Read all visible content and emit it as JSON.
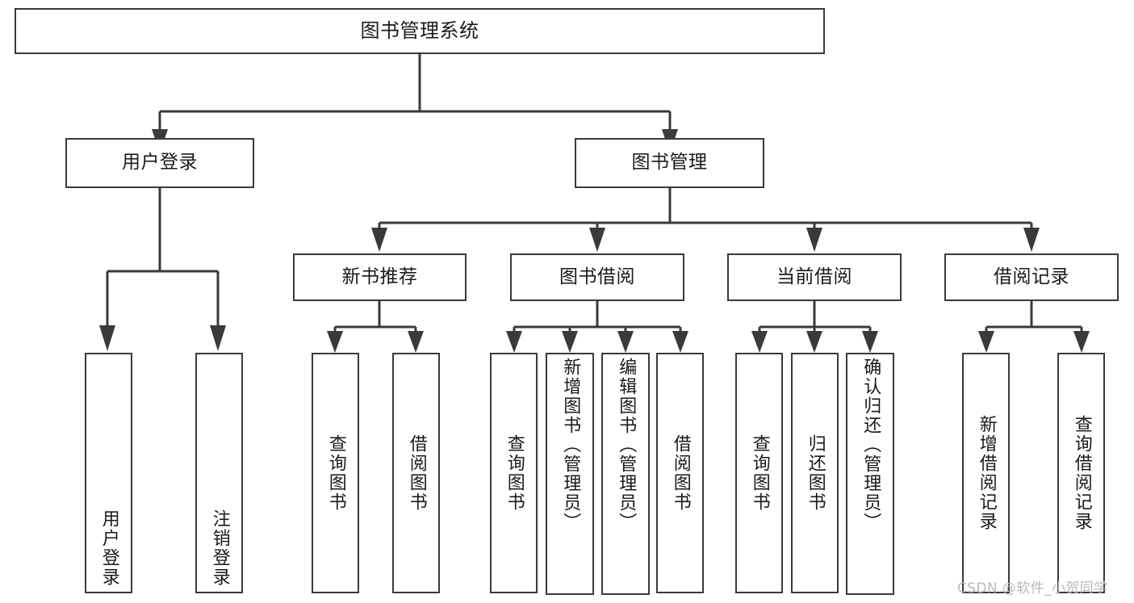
{
  "diagram": {
    "title": "图书管理系统",
    "type": "tree-structure-chart",
    "root": {
      "label": "图书管理系统",
      "children": [
        {
          "label": "用户登录",
          "children": [
            {
              "label": "用户登录"
            },
            {
              "label": "注销登录"
            }
          ]
        },
        {
          "label": "图书管理",
          "children": [
            {
              "label": "新书推荐",
              "children": [
                {
                  "label": "查询图书"
                },
                {
                  "label": "借阅图书"
                }
              ]
            },
            {
              "label": "图书借阅",
              "children": [
                {
                  "label": "查询图书"
                },
                {
                  "label": "新增图书（管理员）"
                },
                {
                  "label": "编辑图书（管理员）"
                },
                {
                  "label": "借阅图书"
                }
              ]
            },
            {
              "label": "当前借阅",
              "children": [
                {
                  "label": "查询图书"
                },
                {
                  "label": "归还图书"
                },
                {
                  "label": "确认归还（管理员）"
                }
              ]
            },
            {
              "label": "借阅记录",
              "children": [
                {
                  "label": "新增借阅记录"
                },
                {
                  "label": "查询借阅记录"
                }
              ]
            }
          ]
        }
      ]
    }
  },
  "nodes": {
    "root": "图书管理系统",
    "user_login": "用户登录",
    "book_manage": "图书管理",
    "new_book_rec": "新书推荐",
    "book_borrow": "图书借阅",
    "current_borrow": "当前借阅",
    "borrow_record": "借阅记录",
    "leaf_user_login": "用户登录",
    "leaf_logout": "注销登录",
    "leaf_query_book_1": "查询图书",
    "leaf_borrow_book_1": "借阅图书",
    "leaf_query_book_2": "查询图书",
    "leaf_add_book_admin": "新增图书（管理员）",
    "leaf_edit_book_admin": "编辑图书（管理员）",
    "leaf_borrow_book_2": "借阅图书",
    "leaf_query_book_3": "查询图书",
    "leaf_return_book": "归还图书",
    "leaf_confirm_return_admin": "确认归还（管理员）",
    "leaf_add_record": "新增借阅记录",
    "leaf_query_record": "查询借阅记录"
  },
  "watermark": {
    "text": "CSDN @软件_小贺同学"
  },
  "colors": {
    "stroke": "#3a3a3a",
    "background": "#ffffff",
    "text": "#1a1a1a",
    "watermark": "#b9b9b9"
  }
}
